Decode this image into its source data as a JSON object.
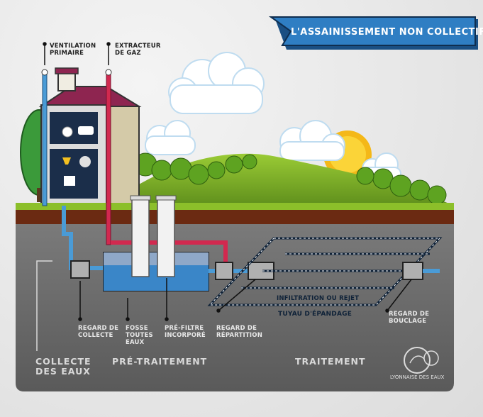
{
  "title": "L'ASSAINISSEMENT NON COLLECTIF",
  "labels": {
    "ventilation": [
      "VENTILATION",
      "PRIMAIRE"
    ],
    "extracteur": [
      "EXTRACTEUR",
      "DE GAZ"
    ],
    "regard_collecte": [
      "REGARD DE",
      "COLLECTE"
    ],
    "fosse": [
      "FOSSE",
      "TOUTES",
      "EAUX"
    ],
    "prefiltre": [
      "PRÉ-FILTRE",
      "INCORPORÉ"
    ],
    "regard_repartition": [
      "REGARD DE",
      "RÉPARTITION"
    ],
    "infiltration": "INFILTRATION OU REJET",
    "tuyau": "TUYAU D'ÉPANDAGE",
    "regard_bouclage": [
      "REGARD DE",
      "BOUCLAGE"
    ]
  },
  "sections": {
    "collecte": [
      "COLLECTE",
      "DES EAUX"
    ],
    "pretraitement": "PRÉ-TRAITEMENT",
    "traitement": "TRAITEMENT"
  },
  "brand": "LYONNAISE DES EAUX",
  "colors": {
    "banner": "#2f7ec3",
    "ground": "#6a6a6a",
    "pipe_blue": "#4a9bd6",
    "pipe_red": "#d2294f",
    "grass": "#8cbf2a",
    "soil": "#6b2a12"
  }
}
